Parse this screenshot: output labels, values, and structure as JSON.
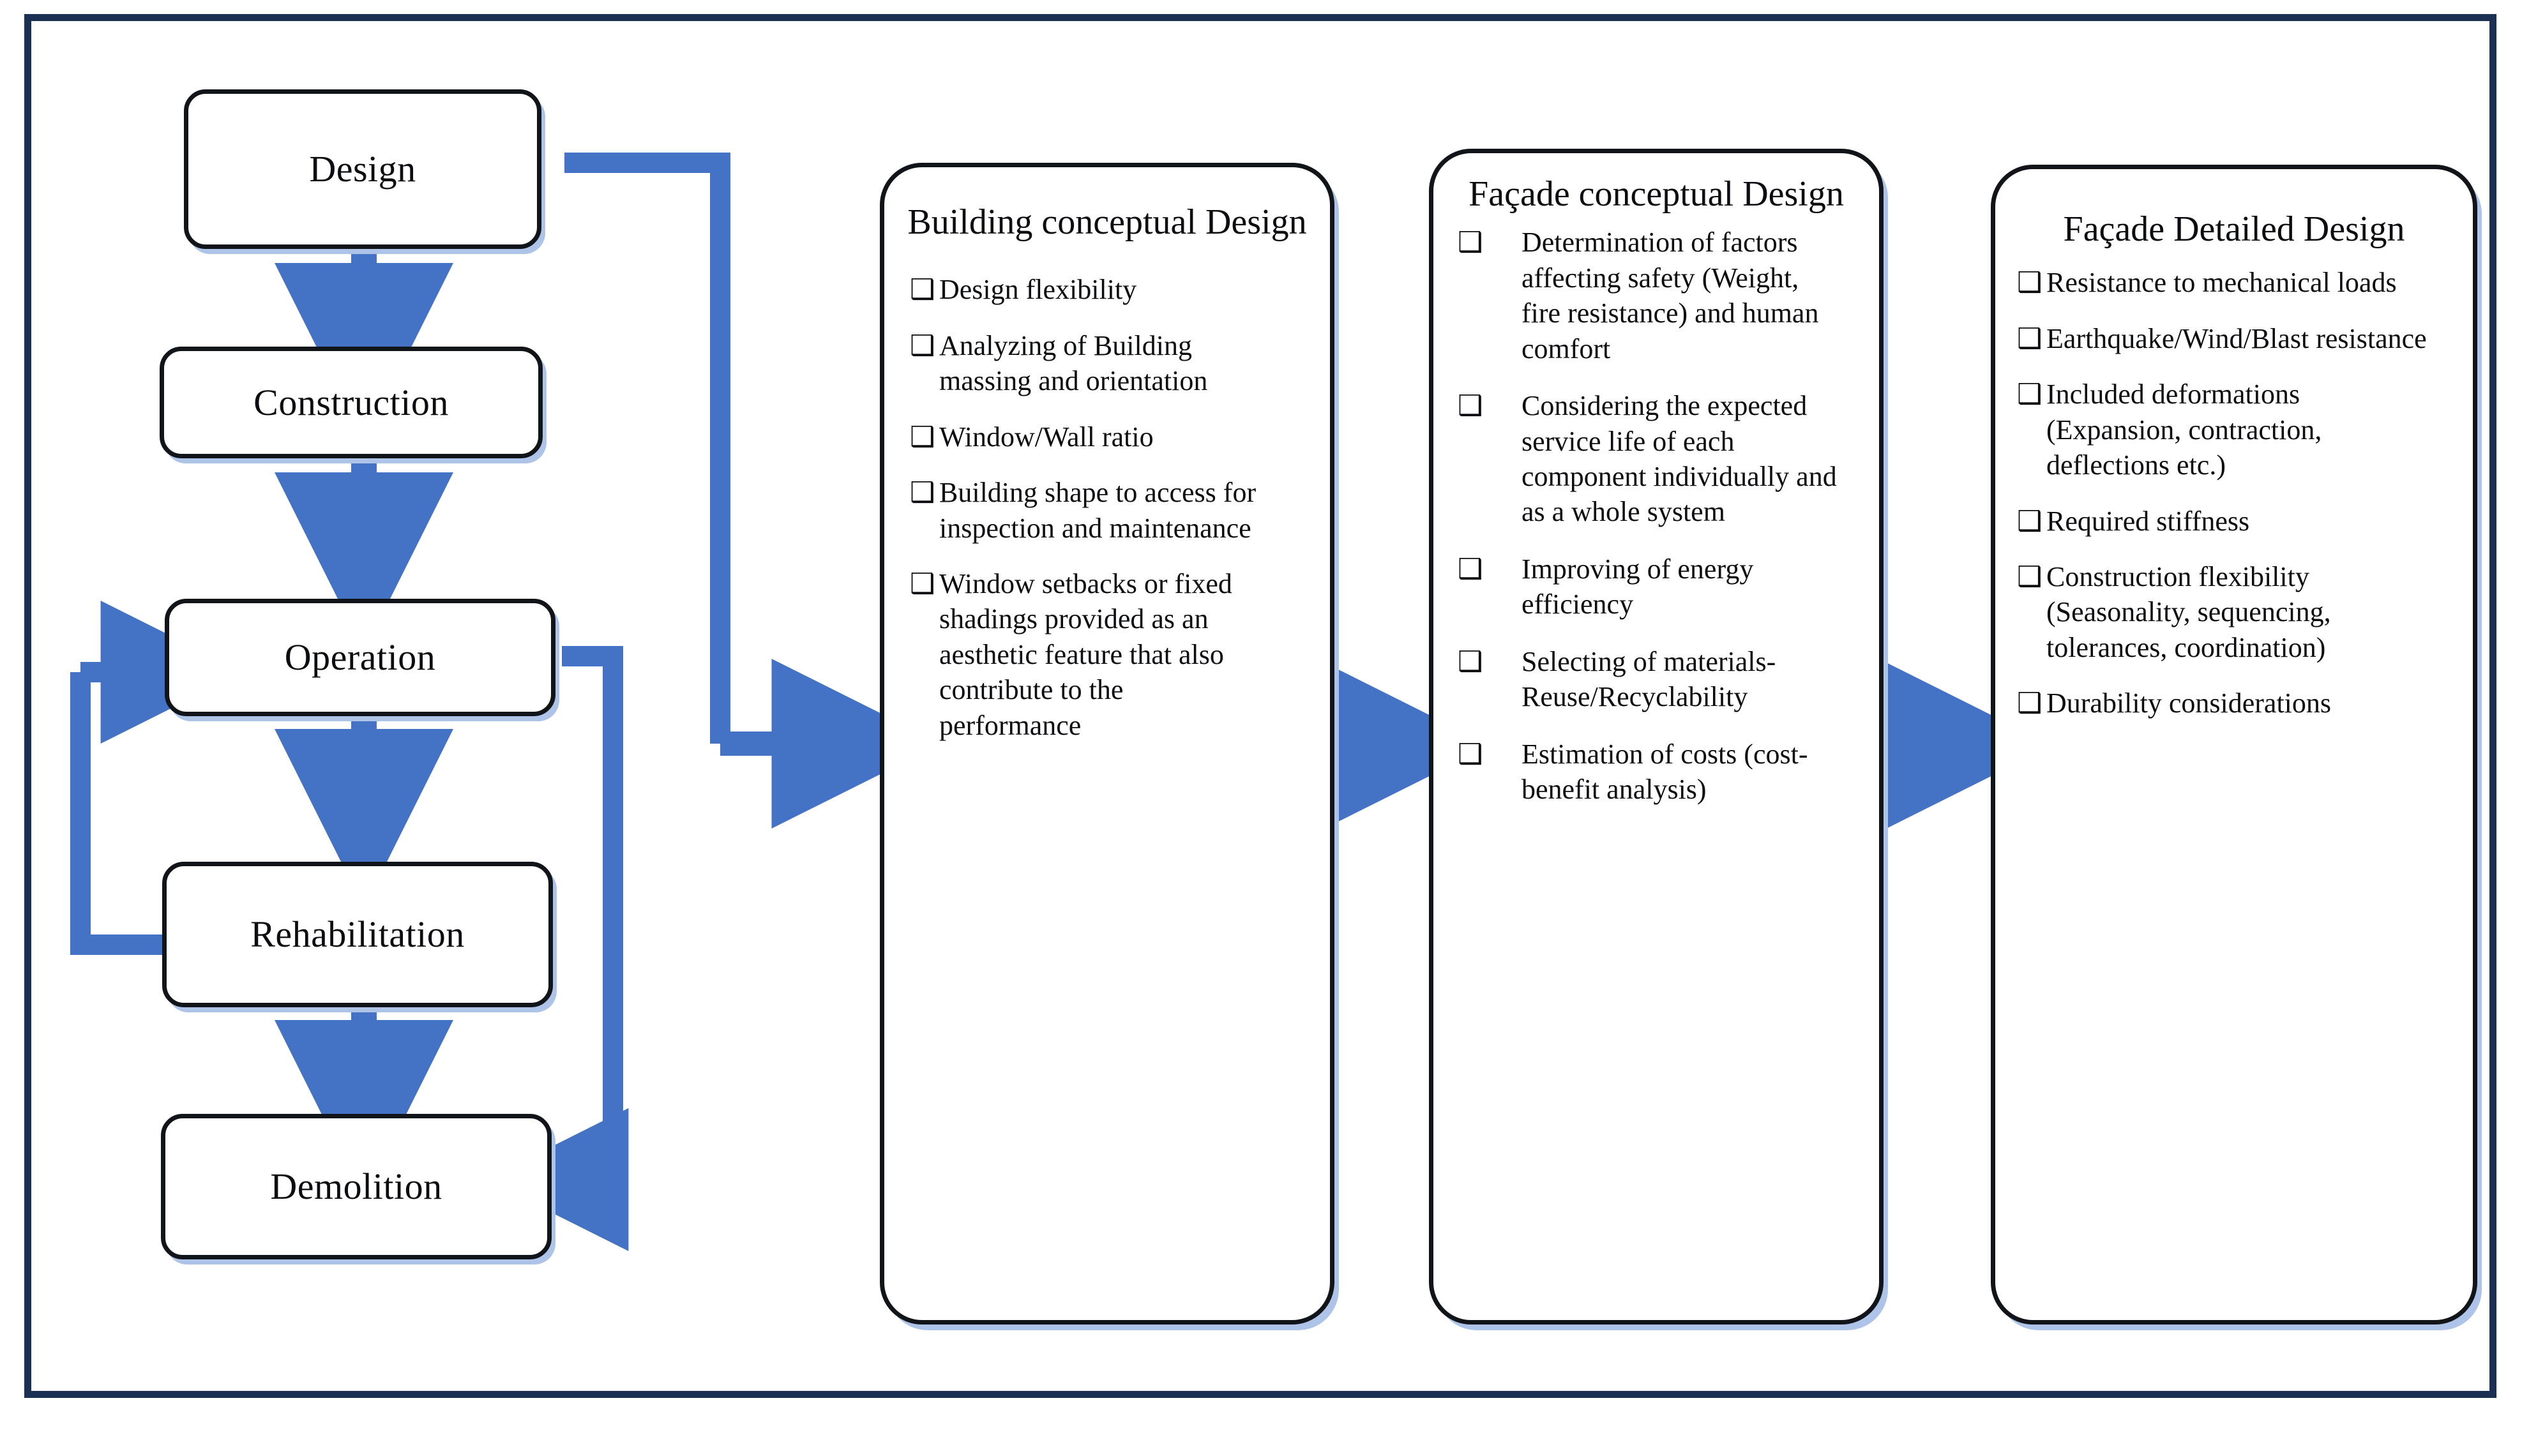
{
  "frame": {
    "border_color": "#1c3054"
  },
  "palette": {
    "arrow_blue": "#4472c4",
    "box_border": "#111418",
    "box_shadow_blue": "#aec3e8",
    "text": "#0b0d10"
  },
  "lifecycle": {
    "name": "building-lifecycle",
    "boxes": [
      {
        "label": "Design"
      },
      {
        "label": "Construction"
      },
      {
        "label": "Operation"
      },
      {
        "label": "Rehabilitation"
      },
      {
        "label": "Demolition"
      }
    ]
  },
  "panels": [
    {
      "title": "Building conceptual Design",
      "bullet_glyph": "❯",
      "items": [
        "Design flexibility",
        "Analyzing of Building massing and orientation",
        "Window/Wall ratio",
        "Building shape to access for inspection and maintenance",
        "Window setbacks or fixed shadings provided as an aesthetic feature that also contribute to the performance"
      ]
    },
    {
      "title": "Façade conceptual Design",
      "bullet_glyph": "❯",
      "items": [
        "Determination of factors affecting safety (Weight, fire resistance) and human comfort",
        "Considering the expected service life of each component individually and as a whole system",
        "Improving of energy efficiency",
        "Selecting of materials-Reuse/Recyclability",
        "Estimation of costs (cost-benefit analysis)"
      ]
    },
    {
      "title": "Façade Detailed Design",
      "bullet_glyph": "❯",
      "items": [
        "Resistance to mechanical loads",
        "Earthquake/Wind/Blast resistance",
        "Included deformations (Expansion, contraction, deflections etc.)",
        "Required stiffness",
        "Construction flexibility (Seasonality, sequencing, tolerances, coordination)",
        "Durability considerations"
      ]
    }
  ],
  "connectors": [
    {
      "name": "design-to-construction",
      "type": "down-arrow"
    },
    {
      "name": "construction-to-operation",
      "type": "down-arrow"
    },
    {
      "name": "operation-to-rehabilitation",
      "type": "down-arrow"
    },
    {
      "name": "rehabilitation-to-demolition",
      "type": "down-arrow"
    },
    {
      "name": "rehabilitation-to-operation-feedback",
      "type": "elbow-left-loop"
    },
    {
      "name": "operation-to-demolition-bypass",
      "type": "elbow-right-loop"
    },
    {
      "name": "design-to-building-conceptual",
      "type": "elbow-right"
    },
    {
      "name": "building-to-facade-conceptual",
      "type": "right-arrow"
    },
    {
      "name": "facade-conceptual-to-facade-detailed",
      "type": "right-arrow"
    }
  ]
}
